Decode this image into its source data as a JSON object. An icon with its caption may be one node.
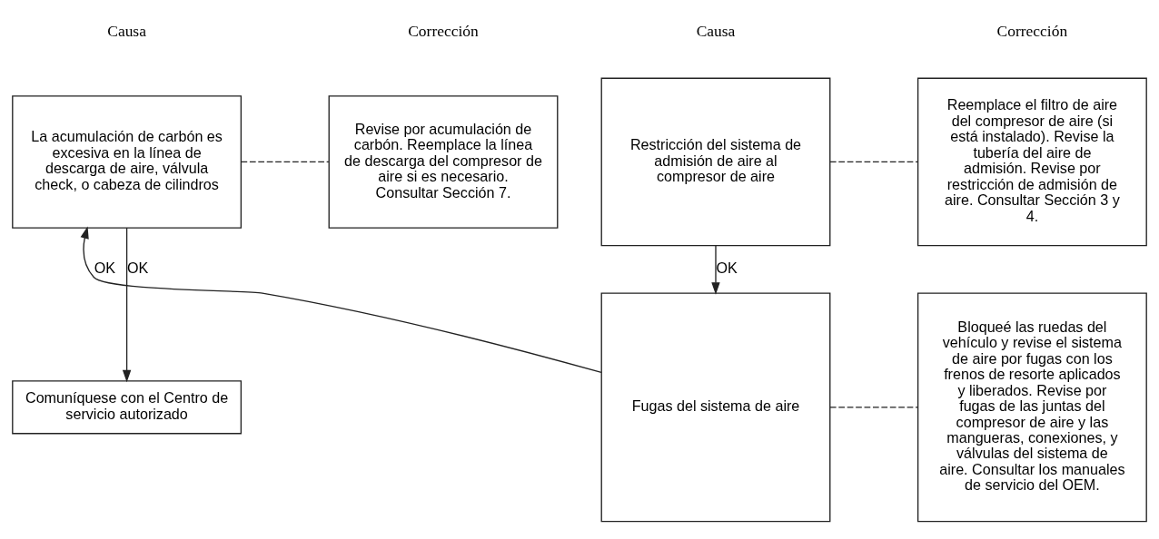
{
  "diagram": {
    "nodes": [
      {
        "text": [
          "Restricción del sistema de admisión de aire al compresor de aire"
        ]
      },
      {
        "text": [
          "Reemplace el filtro de aire del compresor de aire (si está instalado). Revise la tubería del aire de admisión. Revise por restricción de admisión de aire. Consultar Sección 3 y 4."
        ]
      },
      {
        "text": [
          "Fugas del sistema de aire"
        ]
      },
      {
        "text": [
          "Bloqueé las ruedas del vehículo y revise el sistema de aire por fugas con los frenos de resorte aplicados y liberados. Revise por fugas de las juntas del compresor de aire y las mangueras, conexiones, y válvulas del sistema de aire. Consultar los manuales de servicio del OEM."
        ]
      },
      {
        "text": [
          "La acumulación de carbón es excesiva en la línea de descarga de aire, válvula check, o cabeza de cilindros"
        ]
      },
      {
        "text": [
          "Revise por acumulación de carbón. Reemplace la línea de descarga del compresor de aire si es necesario. Consultar Sección 7."
        ]
      },
      {
        "text": [
          "Comuníquese con el Centro de servicio autorizado"
        ]
      }
    ],
    "edges": [
      {
        "from": 0,
        "to": 1,
        "arrow": "none",
        "style": "dashed"
      },
      {
        "from": 0,
        "to": 2,
        "arrow": "to",
        "label": "OK"
      },
      {
        "from": 2,
        "to": 3,
        "arrow": "none",
        "style": "dashed"
      },
      {
        "from": 2,
        "to": 4,
        "arrow": "to",
        "label": "OK"
      },
      {
        "from": 4,
        "to": 5,
        "arrow": "none",
        "style": "dashed"
      },
      {
        "from": 4,
        "to": 6,
        "arrow": "to",
        "label": "OK"
      }
    ],
    "labels": [
      "Causa",
      "Corrección",
      "Causa",
      "Corrección"
    ]
  }
}
